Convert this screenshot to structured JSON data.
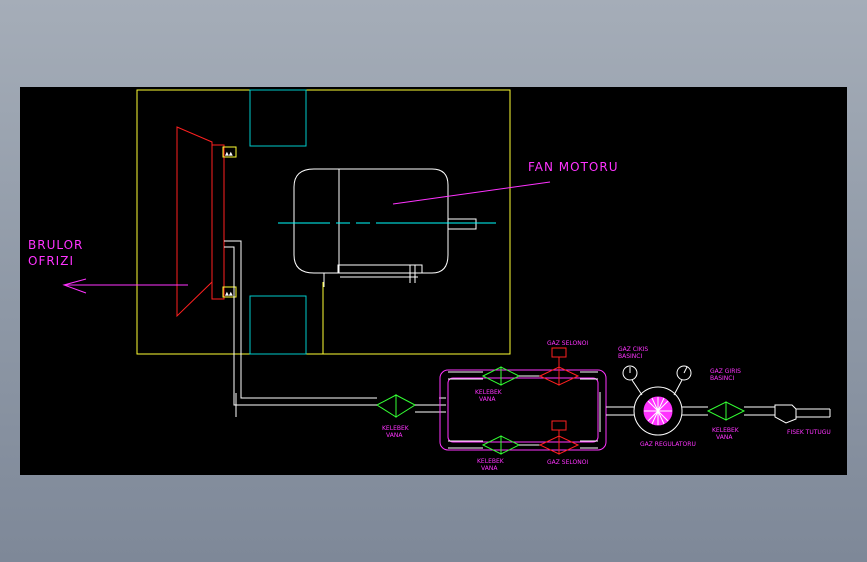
{
  "labels": {
    "fan_motor": "FAN MOTORU",
    "burner_line1": "BRULOR",
    "burner_line2": "OFRIZI",
    "gas_solenoid_top": "GAZ SELONOI",
    "gas_solenoid_bottom": "GAZ SELONOI",
    "butterfly_top_line1": "KELEBEK",
    "butterfly_top_line2": "VANA",
    "butterfly_bottom_line1": "KELEBEK",
    "butterfly_bottom_line2": "VANA",
    "butterfly_left_line1": "KELEBEK",
    "butterfly_left_line2": "VANA",
    "butterfly_right_line1": "KELEBEK",
    "butterfly_right_line2": "VANA",
    "gas_outlet_line1": "GAZ CIKIS",
    "gas_outlet_line2": "BASINCI",
    "gas_inlet_line1": "GAZ GIRIS",
    "gas_inlet_line2": "BASINCI",
    "gas_regulator": "GAZ REGULATORU",
    "flexible_pipe": "FISEK TUTUGU"
  },
  "colors": {
    "frame": "#ffff33",
    "burner": "#ff2020",
    "pipe": "#ffffff",
    "label": "#ff33ff",
    "butterfly_valve": "#33ff33",
    "solenoid_valve": "#ff2020",
    "centerline": "#00ffff",
    "ducts": "#00ffff"
  }
}
